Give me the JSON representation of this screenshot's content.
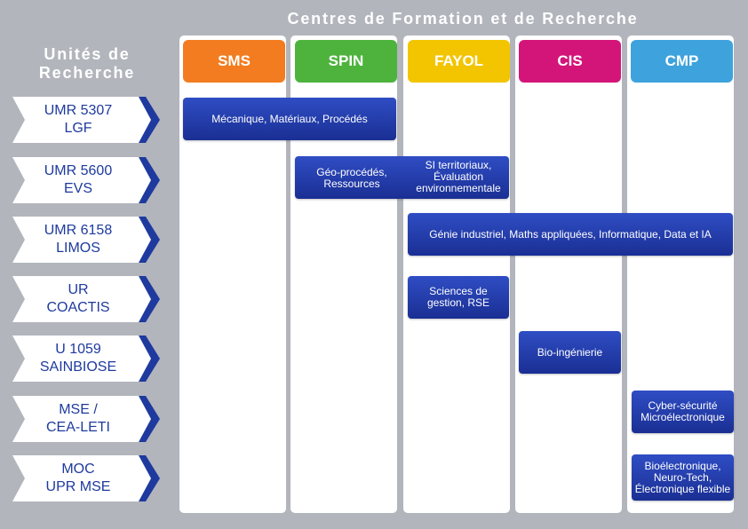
{
  "header": {
    "centres_title": "Centres de Formation et de Recherche",
    "units_title_line1": "Unités de",
    "units_title_line2": "Recherche"
  },
  "centres": [
    {
      "label": "SMS",
      "color": "#f27c1f"
    },
    {
      "label": "SPIN",
      "color": "#4db33d"
    },
    {
      "label": "FAYOL",
      "color": "#f2c500"
    },
    {
      "label": "CIS",
      "color": "#d3157a"
    },
    {
      "label": "CMP",
      "color": "#3ea3dc"
    }
  ],
  "units": [
    {
      "line1": "UMR 5307",
      "line2": "LGF"
    },
    {
      "line1": "UMR 5600",
      "line2": "EVS"
    },
    {
      "line1": "UMR 6158",
      "line2": "LIMOS"
    },
    {
      "line1": "UR",
      "line2": "COACTIS"
    },
    {
      "line1": "U 1059",
      "line2": "SAINBIOSE"
    },
    {
      "line1": "MSE /",
      "line2": "CEA-LETI"
    },
    {
      "line1": "MOC",
      "line2": "UPR MSE"
    }
  ],
  "research_areas": {
    "lgf": "Mécanique, Matériaux, Procédés",
    "evs_left": "Géo-procédés,\nRessources",
    "evs_right": "SI territoriaux,\nÉvaluation\nenvironnementale",
    "limos": "Génie industriel, Maths appliquées, Informatique, Data et IA",
    "coactis": "Sciences de\ngestion, RSE",
    "sainbiose": "Bio-ingénierie",
    "cea_leti": "Cyber-sécurité\nMicroélectronique",
    "upr_mse": "Bioélectronique,\nNeuro-Tech,\nÉlectronique flexible"
  },
  "colors": {
    "unit_text": "#1e3a9e",
    "box_top": "#2f4dc4",
    "box_bottom": "#1a2f94",
    "background": "#b2b5bc"
  }
}
